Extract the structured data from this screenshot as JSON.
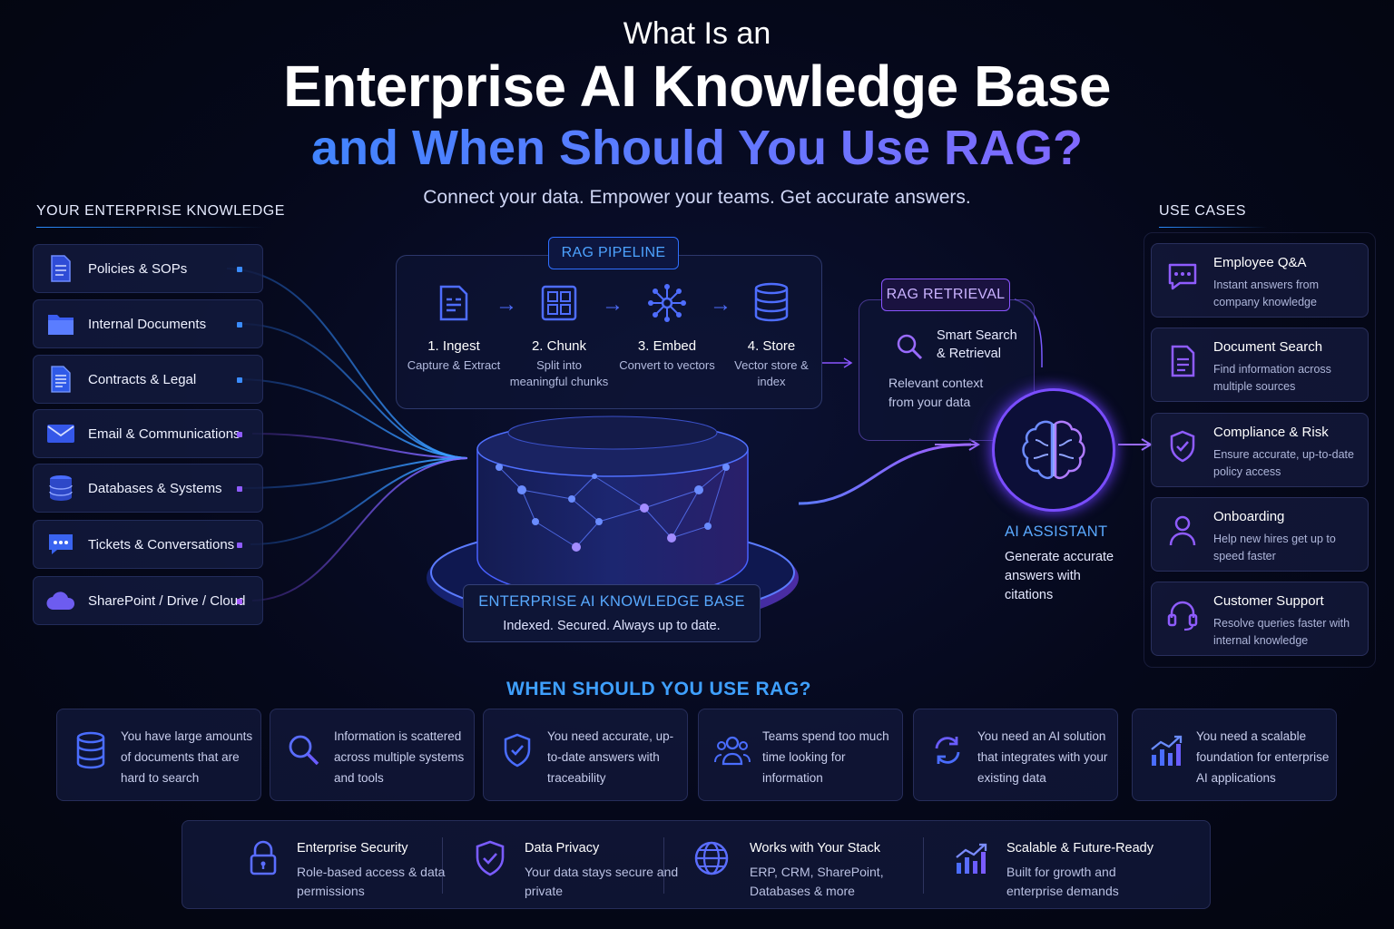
{
  "header": {
    "pretitle": "What Is an",
    "title": "Enterprise AI Knowledge Base",
    "subtitle": "and When Should You Use RAG?",
    "tagline": "Connect your data. Empower your teams. Get accurate answers."
  },
  "sources": {
    "heading": "YOUR ENTERPRISE KNOWLEDGE",
    "items": [
      {
        "label": "Policies & SOPs",
        "icon": "document-icon"
      },
      {
        "label": "Internal Documents",
        "icon": "folder-icon"
      },
      {
        "label": "Contracts & Legal",
        "icon": "contract-icon"
      },
      {
        "label": "Email & Communications",
        "icon": "email-icon"
      },
      {
        "label": "Databases & Systems",
        "icon": "database-icon"
      },
      {
        "label": "Tickets & Conversations",
        "icon": "chat-icon"
      },
      {
        "label": "SharePoint / Drive / Cloud",
        "icon": "cloud-icon"
      }
    ]
  },
  "pipeline": {
    "heading": "RAG PIPELINE",
    "steps": [
      {
        "num": "1. Ingest",
        "desc": "Capture & Extract"
      },
      {
        "num": "2. Chunk",
        "desc": "Split into meaningful chunks"
      },
      {
        "num": "3. Embed",
        "desc": "Convert to vectors"
      },
      {
        "num": "4. Store",
        "desc": "Vector store & index"
      }
    ]
  },
  "retrieval": {
    "heading": "RAG RETRIEVAL",
    "title": "Smart Search & Retrieval",
    "desc": "Relevant context from your data"
  },
  "knowledge_base": {
    "title": "ENTERPRISE AI KNOWLEDGE BASE",
    "desc": "Indexed. Secured. Always up to date."
  },
  "assistant": {
    "title": "AI ASSISTANT",
    "desc": "Generate accurate answers with citations"
  },
  "use_cases": {
    "heading": "USE CASES",
    "items": [
      {
        "title": "Employee Q&A",
        "desc": "Instant answers from company knowledge",
        "icon": "chat-icon"
      },
      {
        "title": "Document Search",
        "desc": "Find information across multiple sources",
        "icon": "document-icon"
      },
      {
        "title": "Compliance & Risk",
        "desc": "Ensure accurate, up-to-date policy access",
        "icon": "shield-check-icon"
      },
      {
        "title": "Onboarding",
        "desc": "Help new hires get up to speed faster",
        "icon": "user-icon"
      },
      {
        "title": "Customer Support",
        "desc": "Resolve queries faster with internal knowledge",
        "icon": "headset-icon"
      }
    ]
  },
  "when": {
    "heading": "WHEN SHOULD YOU USE RAG?",
    "items": [
      {
        "text": "You have large amounts of documents that are hard to search",
        "icon": "database-icon"
      },
      {
        "text": "Information is scattered across multiple systems and tools",
        "icon": "search-icon"
      },
      {
        "text": "You need accurate, up-to-date answers with traceability",
        "icon": "shield-check-icon"
      },
      {
        "text": "Teams spend too much time looking for information",
        "icon": "team-icon"
      },
      {
        "text": "You need an AI solution that integrates with your existing data",
        "icon": "sync-icon"
      },
      {
        "text": "You need a scalable foundation for enterprise AI applications",
        "icon": "growth-chart-icon"
      }
    ]
  },
  "features": [
    {
      "title": "Enterprise Security",
      "desc": "Role-based access & data permissions",
      "icon": "lock-icon"
    },
    {
      "title": "Data Privacy",
      "desc": "Your data stays secure and private",
      "icon": "shield-check-icon"
    },
    {
      "title": "Works with Your Stack",
      "desc": "ERP, CRM, SharePoint, Databases & more",
      "icon": "globe-icon"
    },
    {
      "title": "Scalable & Future-Ready",
      "desc": "Built for growth and enterprise demands",
      "icon": "growth-chart-icon"
    }
  ],
  "colors": {
    "accent_blue": "#2a8cff",
    "accent_purple": "#9b5cff",
    "icon_blue": "#4a6dff",
    "icon_purple": "#8f5cff"
  }
}
